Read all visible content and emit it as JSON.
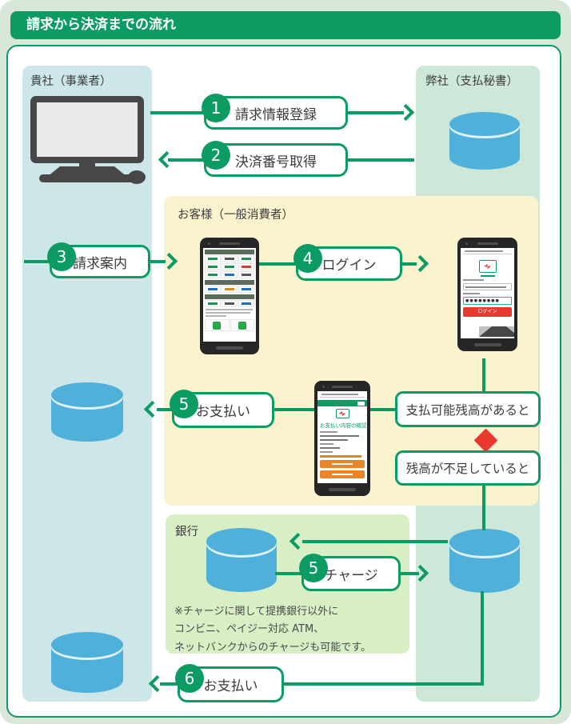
{
  "title": "請求から決済までの流れ",
  "panels": {
    "company": {
      "label": "貴社（事業者）"
    },
    "provider": {
      "label": "弊社（支払秘書）"
    },
    "customer": {
      "label": "お客様（一般消費者）"
    },
    "bank": {
      "label": "銀行"
    }
  },
  "steps": [
    {
      "num": "1",
      "label": "請求情報登録"
    },
    {
      "num": "2",
      "label": "決済番号取得"
    },
    {
      "num": "3",
      "label": "請求案内"
    },
    {
      "num": "4",
      "label": "ログイン"
    },
    {
      "num": "5",
      "label": "お支払い"
    },
    {
      "num": "5",
      "label": "チャージ"
    },
    {
      "num": "6",
      "label": "お支払い"
    }
  ],
  "conditions": {
    "has_balance": "支払可能残高があると",
    "insufficient": "残高が不足していると"
  },
  "note": {
    "line1": "※チャージに関して提携銀行以外に",
    "line2": "コンビニ、ペイジー対応 ATM、",
    "line3": "ネットバンクからのチャージも可能です。"
  },
  "phones": {
    "login": {
      "button": "ログイン",
      "password_masked": "●●●●●●●●"
    },
    "confirm": {
      "title": "お支払い内容の確認"
    }
  },
  "colors": {
    "green": "#0c9b63",
    "company_panel": "#cde7e9",
    "provider_panel": "#cde8d9",
    "customer_panel": "#faf3cd",
    "bank_panel": "#d8eec4",
    "cylinder_blue": "#4fb0da",
    "diamond_red": "#e8392f"
  }
}
